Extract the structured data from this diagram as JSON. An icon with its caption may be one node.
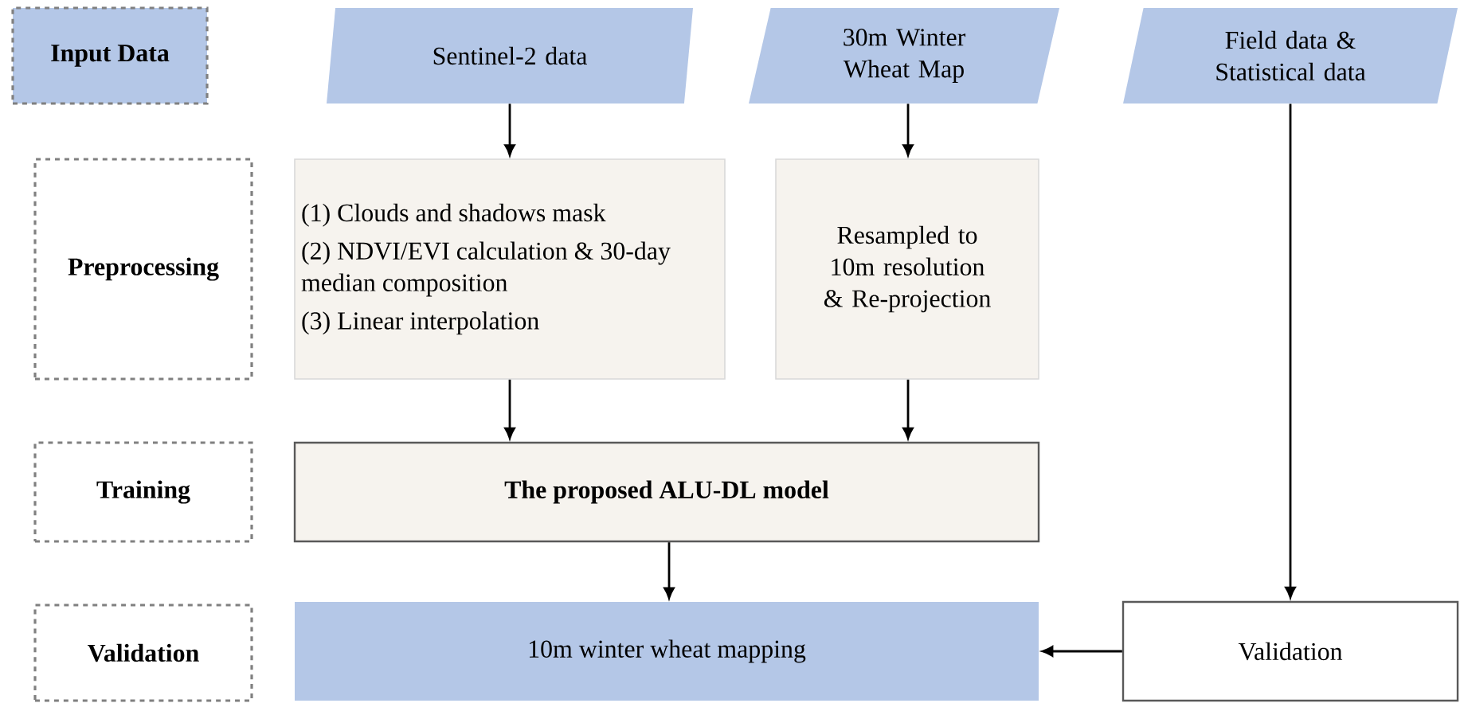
{
  "diagram": {
    "nodes": [
      {
        "text": [
          "Input Data"
        ]
      },
      {
        "text": [
          "Sentinel-2 data"
        ]
      },
      {
        "text": [
          "30m Winter Wheat Map"
        ]
      },
      {
        "text": [
          "Field data & Statistical data"
        ]
      },
      {
        "text": [
          "Preprocessing"
        ]
      },
      {
        "text": [
          "(1) Clouds and shadows mask",
          "(2) NDVI/EVI calculation & 30-day median composition",
          "(3) Linear interpolation"
        ]
      },
      {
        "text": [
          "Resampled to 10m resolution & Re-projection"
        ]
      },
      {
        "text": [
          "Training"
        ]
      },
      {
        "text": [
          "The proposed ALU-DL model"
        ]
      },
      {
        "text": [
          "Validation"
        ]
      },
      {
        "text": [
          "10m winter wheat mapping"
        ]
      },
      {
        "text": [
          "Validation"
        ]
      }
    ],
    "edges": [
      {
        "from": 1,
        "to": 5,
        "arrow": "to"
      },
      {
        "from": 2,
        "to": 6,
        "arrow": "to"
      },
      {
        "from": 5,
        "to": 8,
        "arrow": "to"
      },
      {
        "from": 6,
        "to": 8,
        "arrow": "to"
      },
      {
        "from": 8,
        "to": 10,
        "arrow": "to"
      },
      {
        "from": 3,
        "to": 11,
        "arrow": "to"
      },
      {
        "from": 11,
        "to": 10,
        "arrow": "to"
      }
    ]
  }
}
